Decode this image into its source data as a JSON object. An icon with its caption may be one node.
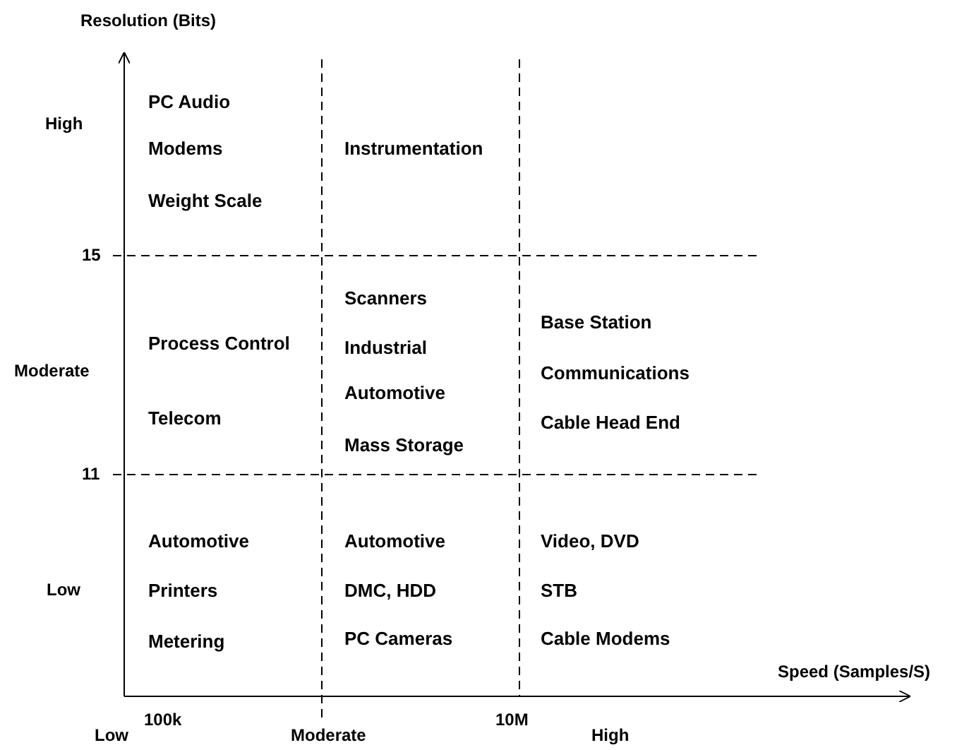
{
  "diagram": {
    "labels": [
      "Resolution (Bits)",
      "High",
      "15",
      "Moderate",
      "11",
      "Low",
      "Speed (Samples/S)",
      "100k",
      "10M",
      "Low",
      "Moderate",
      "High",
      "PC Audio",
      "Modems",
      "Weight Scale",
      "Instrumentation",
      "Process Control",
      "Telecom",
      "Scanners",
      "Industrial",
      "Automotive",
      "Mass Storage",
      "Base Station",
      "Communications",
      "Cable Head End",
      "Automotive",
      "Printers",
      "Metering",
      "Automotive",
      "DMC, HDD",
      "PC Cameras",
      "Video, DVD",
      "STB",
      "Cable Modems"
    ]
  }
}
